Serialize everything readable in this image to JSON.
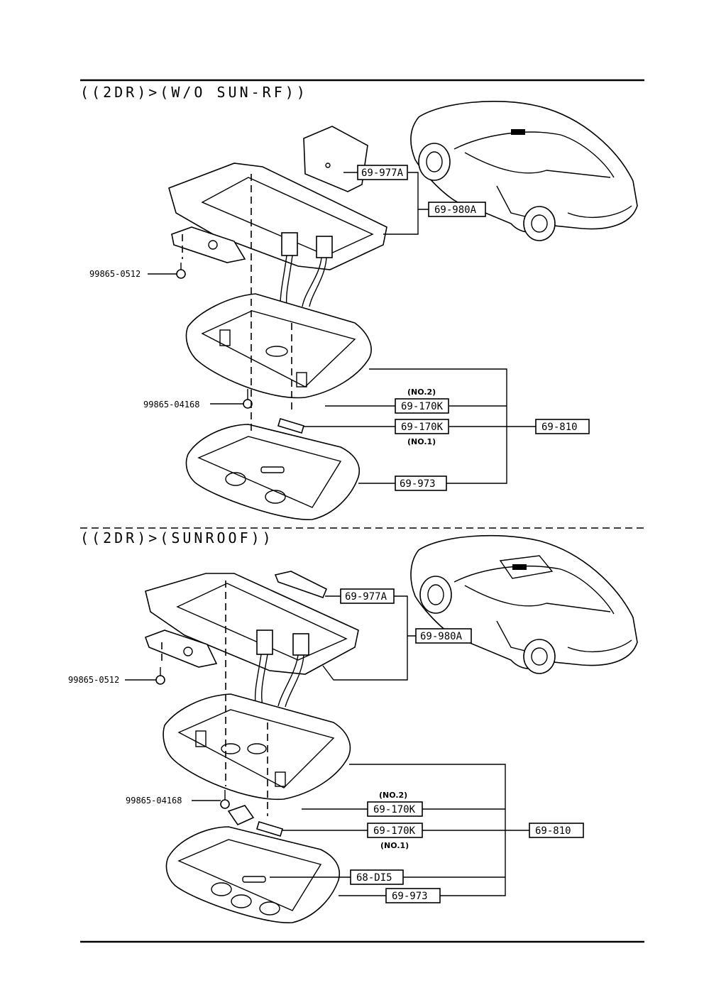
{
  "sections": [
    {
      "heading": "((2DR)>(W/O SUN-RF))",
      "parts": {
        "bracket": "69-977A",
        "base": "69-980A",
        "bulb_no2": "69-170K",
        "bulb_no1": "69-170K",
        "assembly": "69-810",
        "lens": "69-973"
      },
      "notes": {
        "no2": "(NO.2)",
        "no1": "(NO.1)"
      },
      "bolts": {
        "screw_upper": "99865-0512",
        "screw_lower": "99865-04168"
      }
    },
    {
      "heading": "((2DR)>(SUNROOF))",
      "parts": {
        "bracket": "69-977A",
        "base": "69-980A",
        "bulb_no2": "69-170K",
        "bulb_no1": "69-170K",
        "assembly": "69-810",
        "switch": "68-DI5",
        "lens": "69-973"
      },
      "notes": {
        "no2": "(NO.2)",
        "no1": "(NO.1)"
      },
      "bolts": {
        "screw_upper": "99865-0512",
        "screw_lower": "99865-04168"
      }
    }
  ]
}
